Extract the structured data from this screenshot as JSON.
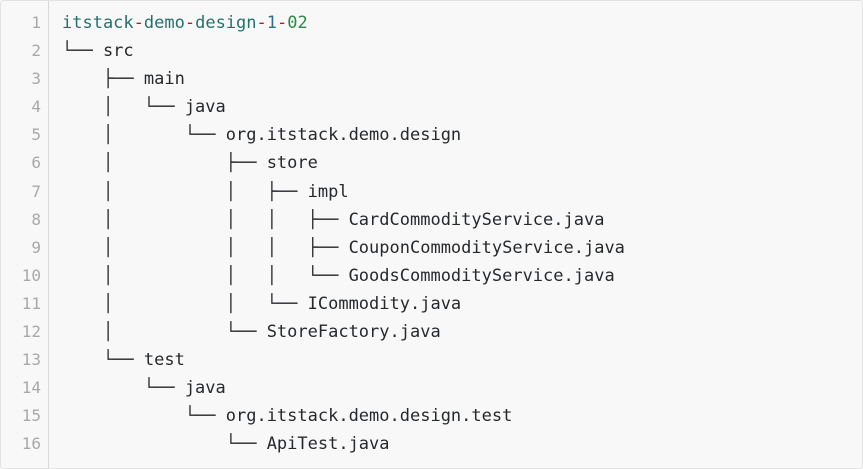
{
  "code_block": {
    "title_line": "itstack-demo-design-1-02",
    "colors": {
      "background": "#f8f8f8",
      "border": "#e3e3e3",
      "gutter_divider": "#d9d9d9",
      "line_number_text": "#a9a9ad",
      "tree_text": "#26292c",
      "token_name": "#267070",
      "token_operator": "#a32121",
      "token_number_teal": "#2e6f8a",
      "token_number_green": "#278c43"
    },
    "lines": [
      {
        "number": 1,
        "tokens": [
          {
            "text": "itstack",
            "type": "name"
          },
          {
            "text": "-",
            "type": "op"
          },
          {
            "text": "demo",
            "type": "name"
          },
          {
            "text": "-",
            "type": "op"
          },
          {
            "text": "design",
            "type": "name"
          },
          {
            "text": "-",
            "type": "op"
          },
          {
            "text": "1",
            "type": "num-teal"
          },
          {
            "text": "-",
            "type": "op"
          },
          {
            "text": "02",
            "type": "num-green"
          }
        ]
      },
      {
        "number": 2,
        "text": "└── src"
      },
      {
        "number": 3,
        "text": "    ├── main"
      },
      {
        "number": 4,
        "text": "    │   └── java"
      },
      {
        "number": 5,
        "text": "    │       └── org.itstack.demo.design"
      },
      {
        "number": 6,
        "text": "    │           ├── store"
      },
      {
        "number": 7,
        "text": "    │           │   ├── impl"
      },
      {
        "number": 8,
        "text": "    │           │   │   ├── CardCommodityService.java"
      },
      {
        "number": 9,
        "text": "    │           │   │   ├── CouponCommodityService.java"
      },
      {
        "number": 10,
        "text": "    │           │   │   └── GoodsCommodityService.java"
      },
      {
        "number": 11,
        "text": "    │           │   └── ICommodity.java"
      },
      {
        "number": 12,
        "text": "    │           └── StoreFactory.java"
      },
      {
        "number": 13,
        "text": "    └── test"
      },
      {
        "number": 14,
        "text": "        └── java"
      },
      {
        "number": 15,
        "text": "            └── org.itstack.demo.design.test"
      },
      {
        "number": 16,
        "text": "                └── ApiTest.java"
      }
    ]
  }
}
